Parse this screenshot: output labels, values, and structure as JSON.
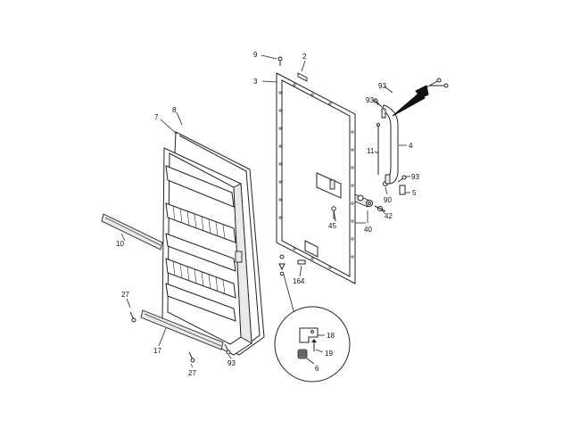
{
  "callouts": {
    "c9": "9",
    "c2": "2",
    "c3": "3",
    "c93a": "93",
    "c93b": "93",
    "c93c": "93",
    "c93d": "93",
    "c4": "4",
    "c11": "11",
    "c5": "5",
    "c90": "90",
    "c42": "42",
    "c40": "40",
    "c45": "45",
    "c164": "164",
    "c7": "7",
    "c8": "8",
    "c10": "10",
    "c27a": "27",
    "c27b": "27",
    "c17": "17",
    "c18": "18",
    "c19": "19",
    "c6": "6"
  }
}
